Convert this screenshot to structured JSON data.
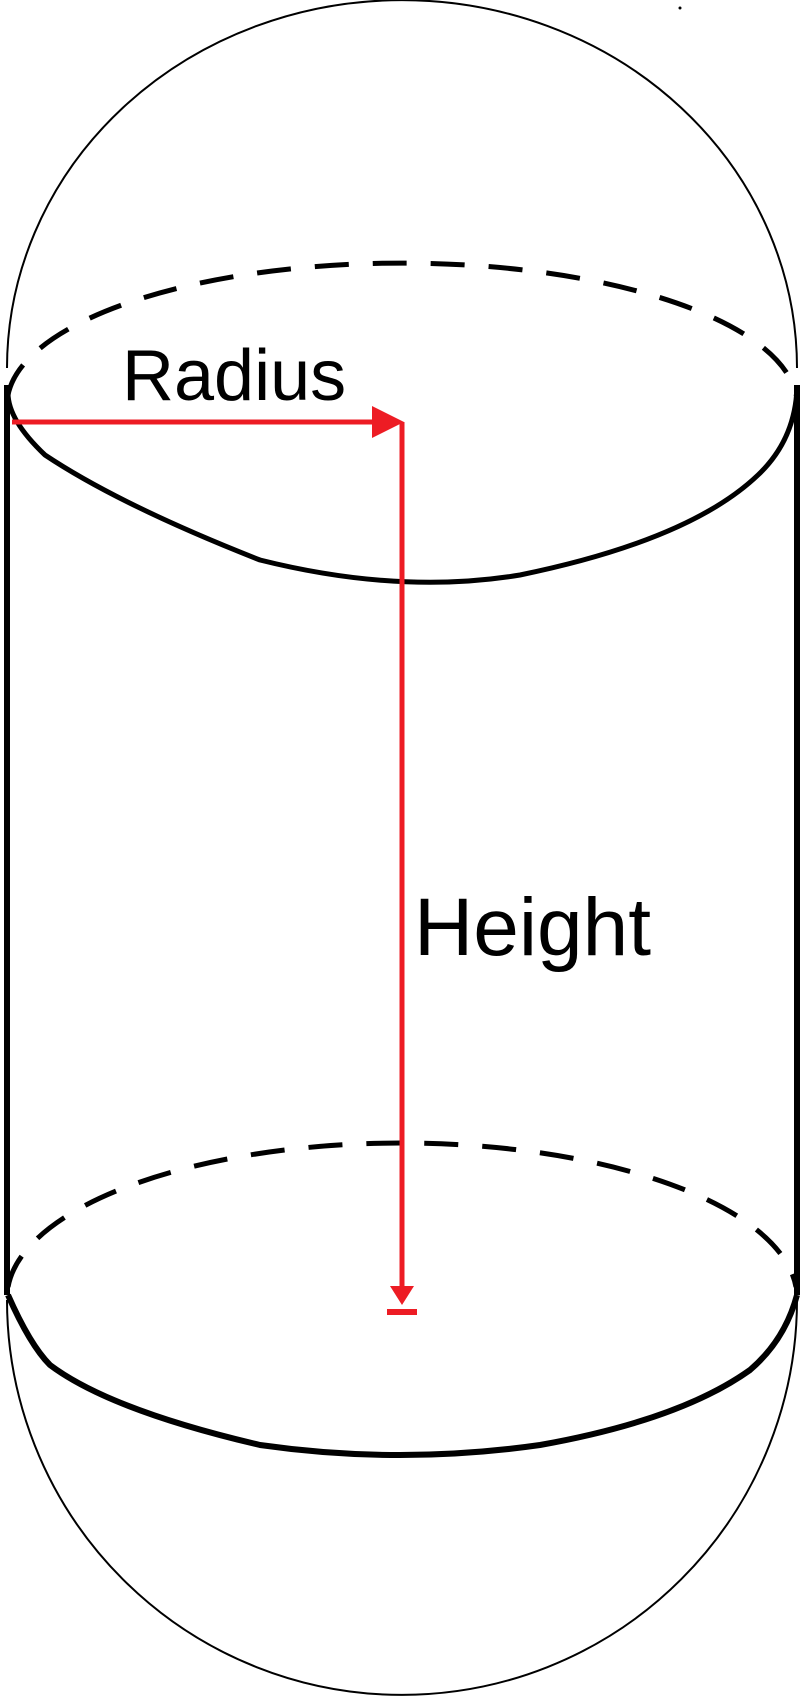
{
  "labels": {
    "radius": "Radius",
    "height": "Height"
  },
  "colors": {
    "outline": "#000000",
    "dimension": "#ED1C24",
    "background": "#FFFFFF"
  },
  "shape": "capsule (cylinder with hemispherical caps)"
}
